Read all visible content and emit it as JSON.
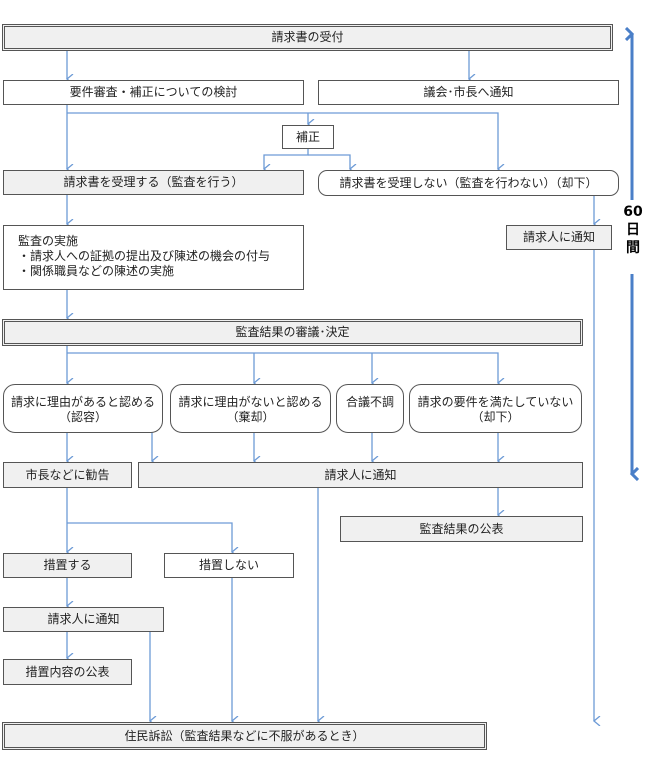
{
  "colors": {
    "connector": "#6d9bd6",
    "timeline": "#4a7fc8",
    "box_border": "#555555",
    "box_fill_grey": "#f0f0f0"
  },
  "nodes": {
    "receipt": "請求書の受付",
    "review": "要件審査・補正についての検討",
    "notify_council": "議会･市長へ通知",
    "correction": "補正",
    "accept": "請求書を受理する（監査を行う）",
    "reject": "請求書を受理しない（監査を行わない）（却下）",
    "notify_requester_reject": "請求人に通知",
    "audit_title": "監査の実施",
    "audit_item_1": "・請求人への証拠の提出及び陳述の機会の付与",
    "audit_item_2": "・関係職員などの陳述の実施",
    "deliberation": "監査結果の審議･決定",
    "outcome_approve_l1": "請求に理由があると認める",
    "outcome_approve_l2": "（認容）",
    "outcome_dismiss_l1": "請求に理由がないと認める",
    "outcome_dismiss_l2": "（棄却）",
    "outcome_no_agreement": "合議不調",
    "outcome_invalid_l1": "請求の要件を満たしていない",
    "outcome_invalid_l2": "（却下）",
    "recommend": "市長などに勧告",
    "notify_requester_main": "請求人に通知",
    "publish_results": "監査結果の公表",
    "take_measures": "措置する",
    "no_measures": "措置しない",
    "notify_requester_measures": "請求人に通知",
    "publish_measures": "措置内容の公表",
    "lawsuit": "住民訴訟（監査結果などに不服があるとき）"
  },
  "timeline": {
    "days_number": "60",
    "days_char1": "日",
    "days_char2": "間"
  }
}
